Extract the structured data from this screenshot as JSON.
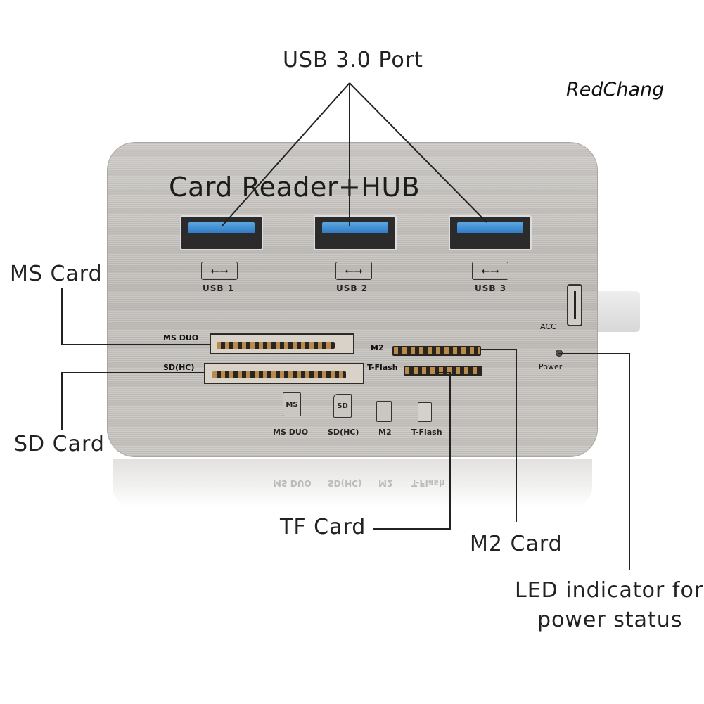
{
  "watermark": "RedChang",
  "callouts": {
    "usb_port": "USB 3.0 Port",
    "ms_card": "MS Card",
    "sd_card": "SD Card",
    "tf_card": "TF Card",
    "m2_card": "M2 Card",
    "led_line1": "LED indicator for",
    "led_line2": "power status"
  },
  "device": {
    "title": "Card Reader+HUB",
    "usb_ports": [
      "USB 1",
      "USB 2",
      "USB 3"
    ],
    "slot_labels": {
      "ms_duo": "MS DUO",
      "sd_hc": "SD(HC)",
      "m2": "M2",
      "t_flash": "T-Flash",
      "acc": "ACC",
      "power": "Power"
    },
    "card_icons": [
      {
        "symbol": "MS",
        "label": "MS DUO"
      },
      {
        "symbol": "SD",
        "label": "SD(HC)"
      },
      {
        "symbol": "",
        "label": "M2"
      },
      {
        "symbol": "",
        "label": "T-Flash"
      }
    ]
  },
  "colors": {
    "body": "#c4c1bd",
    "usb_tongue": "#2f78c4",
    "line": "#222222"
  }
}
